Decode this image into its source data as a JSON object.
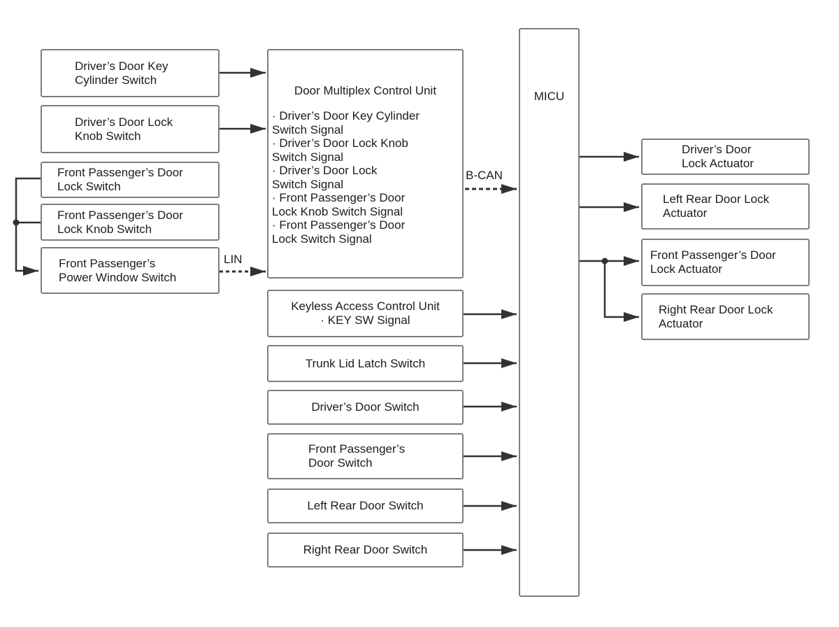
{
  "theme": {
    "background": "#ffffff",
    "box_border_color": "#7d7d7d",
    "wire_color": "#363030",
    "text_color": "#1c1c1c"
  },
  "bus_labels": {
    "lin": "LIN",
    "b_can": "B-CAN"
  },
  "nodes": {
    "driver_key_cylinder": {
      "line1": "Driver’s Door Key",
      "line2": "Cylinder Switch"
    },
    "driver_lock_knob": {
      "line1": "Driver’s Door Lock",
      "line2": "Knob Switch"
    },
    "fp_lock_switch": {
      "line1": "Front Passenger’s Door",
      "line2": "Lock Switch"
    },
    "fp_lock_knob_switch": {
      "line1": "Front Passenger’s Door",
      "line2": "Lock Knob Switch"
    },
    "fp_power_window": {
      "line1": "Front Passenger’s",
      "line2": "Power Window Switch"
    },
    "door_multiplex": {
      "title": "Door Multiplex Control Unit",
      "signal_lines": [
        "· Driver’s Door Key Cylinder",
        "Switch Signal",
        "· Driver’s Door Lock Knob",
        "Switch Signal",
        "· Driver’s Door Lock",
        "Switch Signal",
        "· Front Passenger’s Door",
        "Lock Knob Switch Signal",
        "· Front Passenger’s Door",
        "Lock Switch Signal"
      ]
    },
    "keyless": {
      "line1": "Keyless Access Control Unit",
      "line2": "· KEY SW Signal"
    },
    "trunk_lid_latch": {
      "label": "Trunk Lid Latch Switch"
    },
    "driver_door_switch": {
      "label": "Driver’s Door Switch"
    },
    "fp_door_switch": {
      "line1": "Front Passenger’s",
      "line2": "Door Switch"
    },
    "left_rear_door_switch": {
      "label": "Left Rear Door Switch"
    },
    "right_rear_door_switch": {
      "label": "Right Rear Door Switch"
    },
    "micu": {
      "label": "MICU"
    },
    "driver_lock_actuator": {
      "line1": "Driver’s Door",
      "line2": "Lock Actuator"
    },
    "left_rear_lock_actuator": {
      "line1": "Left Rear Door Lock",
      "line2": "Actuator"
    },
    "fp_lock_actuator": {
      "line1": "Front Passenger’s Door",
      "line2": "Lock Actuator"
    },
    "right_rear_lock_actuator": {
      "line1": "Right Rear Door Lock",
      "line2": "Actuator"
    }
  }
}
